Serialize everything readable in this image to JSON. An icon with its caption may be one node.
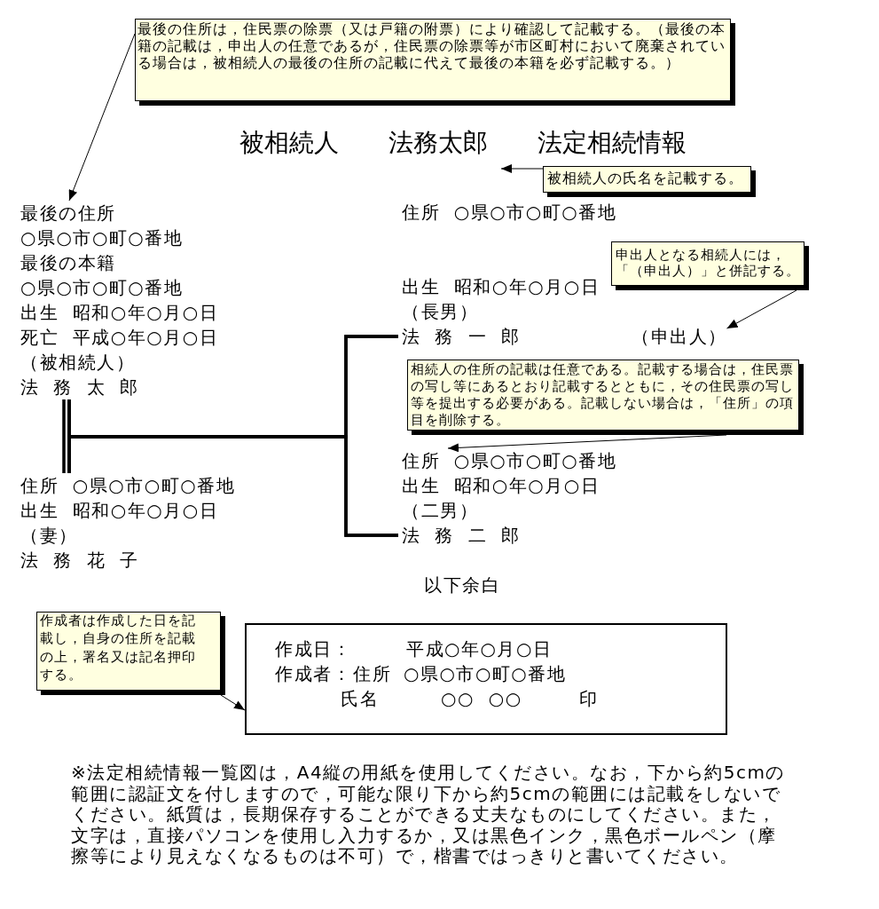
{
  "diagram": {
    "title": "被相続人　　法務太郎　　法定相続情報",
    "nodes": [
      {
        "text": [
          "最後の住所は，住民票の除票（又は戸籍の附票）により確認して記載する。（最後の本籍の記載は，申出人の任意であるが，住民票の除票等が市区町村において廃棄されている場合は，被相続人の最後の住所の記載に代えて最後の本籍を必ず記載する。）"
        ]
      },
      {
        "text": [
          "被相続人の氏名を記載する。"
        ]
      },
      {
        "text": [
          "最後の住所",
          "○県○市○町○番地",
          "最後の本籍",
          "○県○市○町○番地",
          "出生 昭和○年○月○日",
          "死亡 平成○年○月○日",
          "（被相続人）",
          "法 務 太 郎"
        ]
      },
      {
        "text": [
          "住所 ○県○市○町○番地",
          "出生 昭和○年○月○日",
          "（長男）",
          "法 務 一 郎"
        ]
      },
      {
        "text": [
          "申出人となる相続人には，「（申出人）」と併記する。"
        ]
      },
      {
        "text": [
          "（申出人）"
        ]
      },
      {
        "text": [
          "相続人の住所の記載は任意である。記載する場合は，住民票の写し等にあるとおり記載するとともに，その住民票の写し等を提出する必要がある。記載しない場合は，「住所」の項目を削除する。"
        ]
      },
      {
        "text": [
          "住所 ○県○市○町○番地",
          "出生 昭和○年○月○日",
          "（二男）",
          "法 務 二 郎"
        ]
      },
      {
        "text": [
          "住所 ○県○市○町○番地",
          "出生 昭和○年○月○日",
          "（妻）",
          "法 務 花 子"
        ]
      },
      {
        "text": [
          "作成者は作成した日を記載し，自身の住所を記載の上，署名又は記名押印する。"
        ]
      },
      {
        "text": [
          "作成日：",
          "平成○年○月○日",
          "作成者：",
          "住所",
          "○県○市○町○番地",
          "氏名",
          "○○ ○○",
          "印"
        ]
      }
    ],
    "edges": [
      {
        "from": 0,
        "to": 2,
        "arrow": "to"
      },
      {
        "from": 1,
        "to": null,
        "arrow": "to"
      },
      {
        "from": 4,
        "to": 5,
        "arrow": "to"
      },
      {
        "from": 6,
        "to": 7,
        "arrow": "to"
      },
      {
        "from": 9,
        "to": 10,
        "arrow": "to"
      },
      {
        "from": 2,
        "to": 8,
        "arrow": "none",
        "style": "thick"
      },
      {
        "from": 2,
        "to": 3,
        "arrow": "none",
        "style": "thick"
      },
      {
        "from": 2,
        "to": 7,
        "arrow": "none",
        "style": "thick"
      },
      {
        "from": 8,
        "to": 3,
        "arrow": "none",
        "style": "thick"
      },
      {
        "from": 8,
        "to": 7,
        "arrow": "none",
        "style": "thick"
      }
    ],
    "labels": [
      "以下余白",
      "※法定相続情報一覧図は，A4縦の用紙を使用してください。なお，下から約5cmの範囲に認証文を付しますので，可能な限り下から約5cmの範囲には記載をしないでください。紙質は，長期保存することができる丈夫なものにしてください。また，文字は，直接パソコンを使用し入力するか，又は黒色インク，黒色ボールペン（摩擦等により見えなくなるものは不可）で，楷書ではっきりと書いてください。"
    ]
  }
}
